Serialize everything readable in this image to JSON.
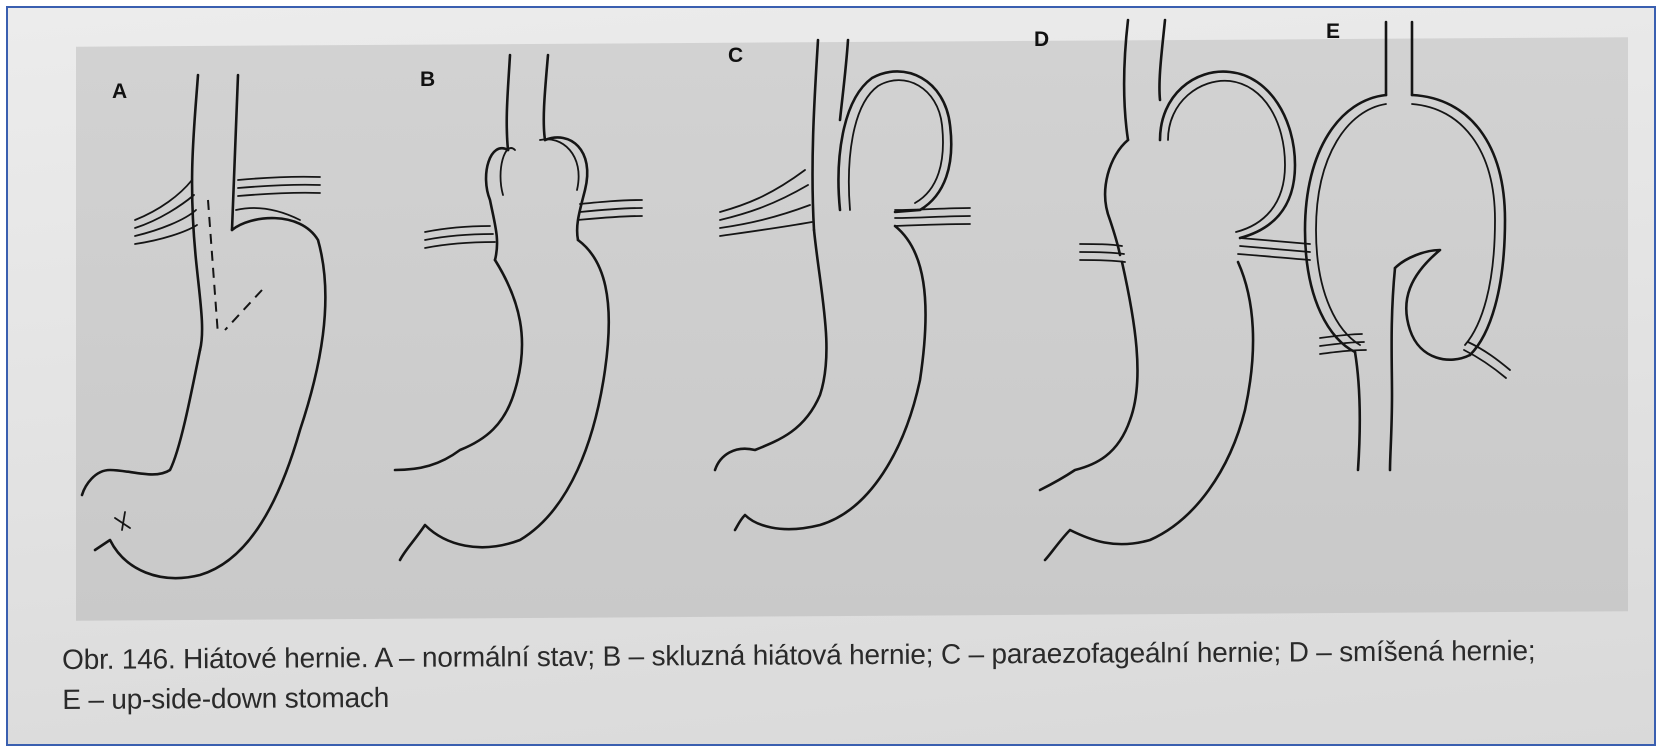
{
  "figure": {
    "panels": [
      {
        "label": "A"
      },
      {
        "label": "B"
      },
      {
        "label": "C"
      },
      {
        "label": "D"
      },
      {
        "label": "E"
      }
    ]
  },
  "caption": {
    "line1": "Obr. 146. Hiátové hernie. A – normální stav; B – skluzná hiátová hernie; C – paraezofageální hernie; D – smíšená hernie;",
    "line2": "E – up-side-down stomach"
  }
}
